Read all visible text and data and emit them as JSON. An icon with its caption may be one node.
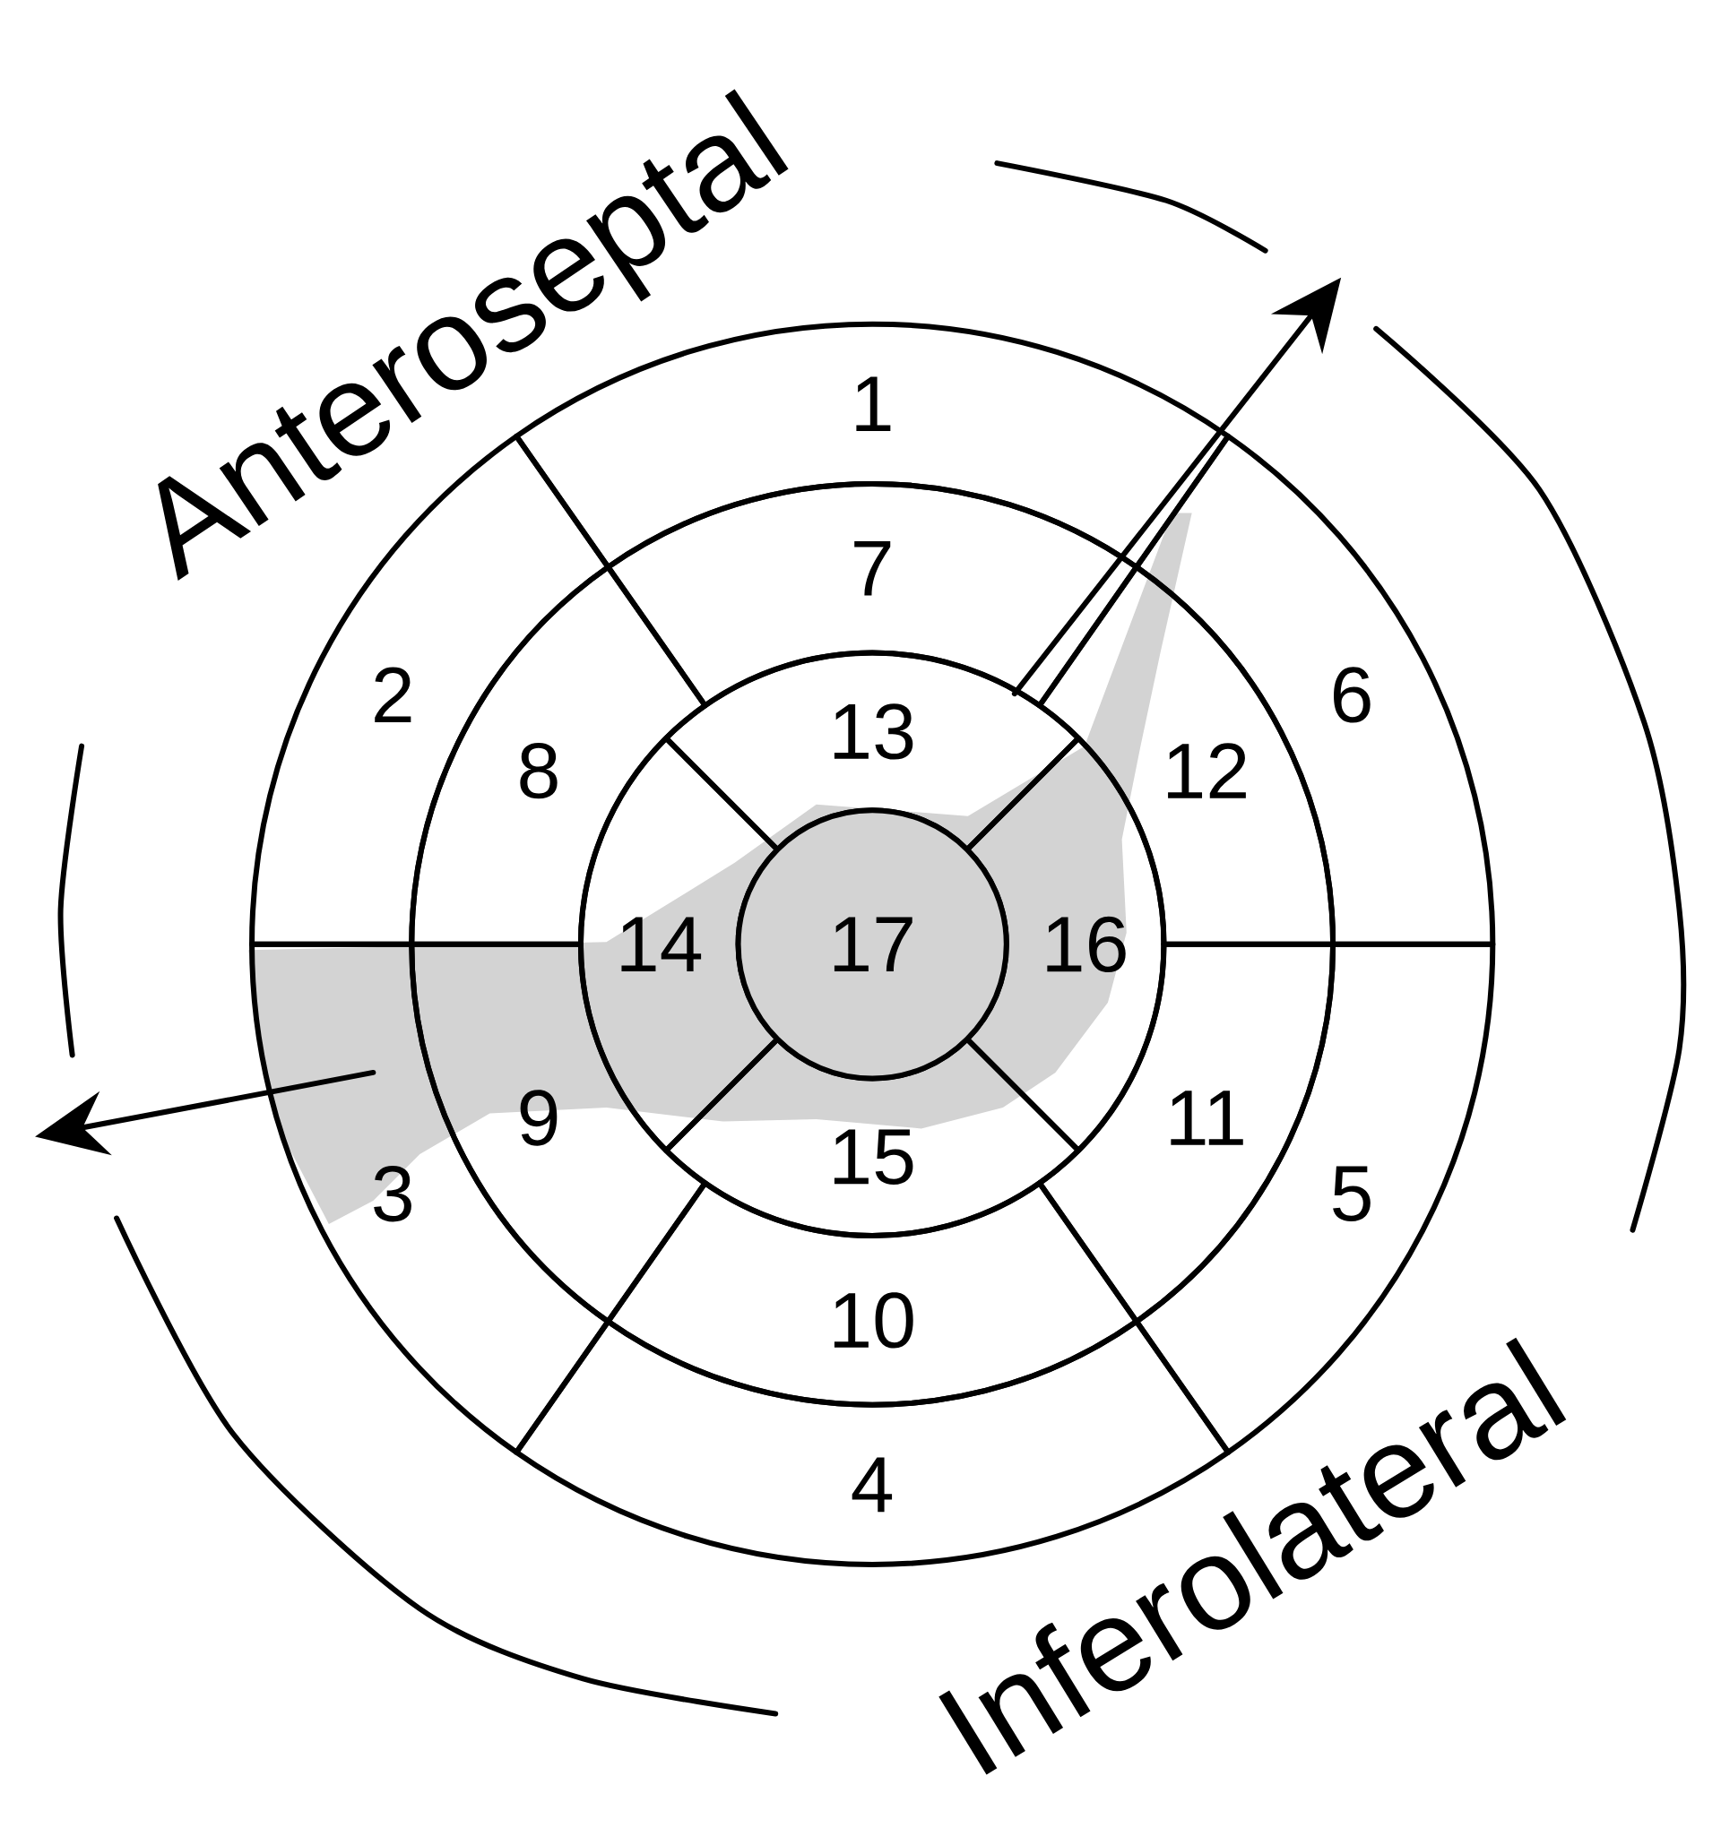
{
  "diagram": {
    "nodes": [
      {
        "text": [
          "1"
        ]
      },
      {
        "text": [
          "2"
        ]
      },
      {
        "text": [
          "3"
        ]
      },
      {
        "text": [
          "4"
        ]
      },
      {
        "text": [
          "5"
        ]
      },
      {
        "text": [
          "6"
        ]
      },
      {
        "text": [
          "7"
        ]
      },
      {
        "text": [
          "8"
        ]
      },
      {
        "text": [
          "9"
        ]
      },
      {
        "text": [
          "10"
        ]
      },
      {
        "text": [
          "11"
        ]
      },
      {
        "text": [
          "12"
        ]
      },
      {
        "text": [
          "13"
        ]
      },
      {
        "text": [
          "14"
        ]
      },
      {
        "text": [
          "15"
        ]
      },
      {
        "text": [
          "16"
        ]
      },
      {
        "text": [
          "17"
        ]
      }
    ],
    "labels": [
      "Anteroseptal",
      "Inferolateral"
    ]
  }
}
